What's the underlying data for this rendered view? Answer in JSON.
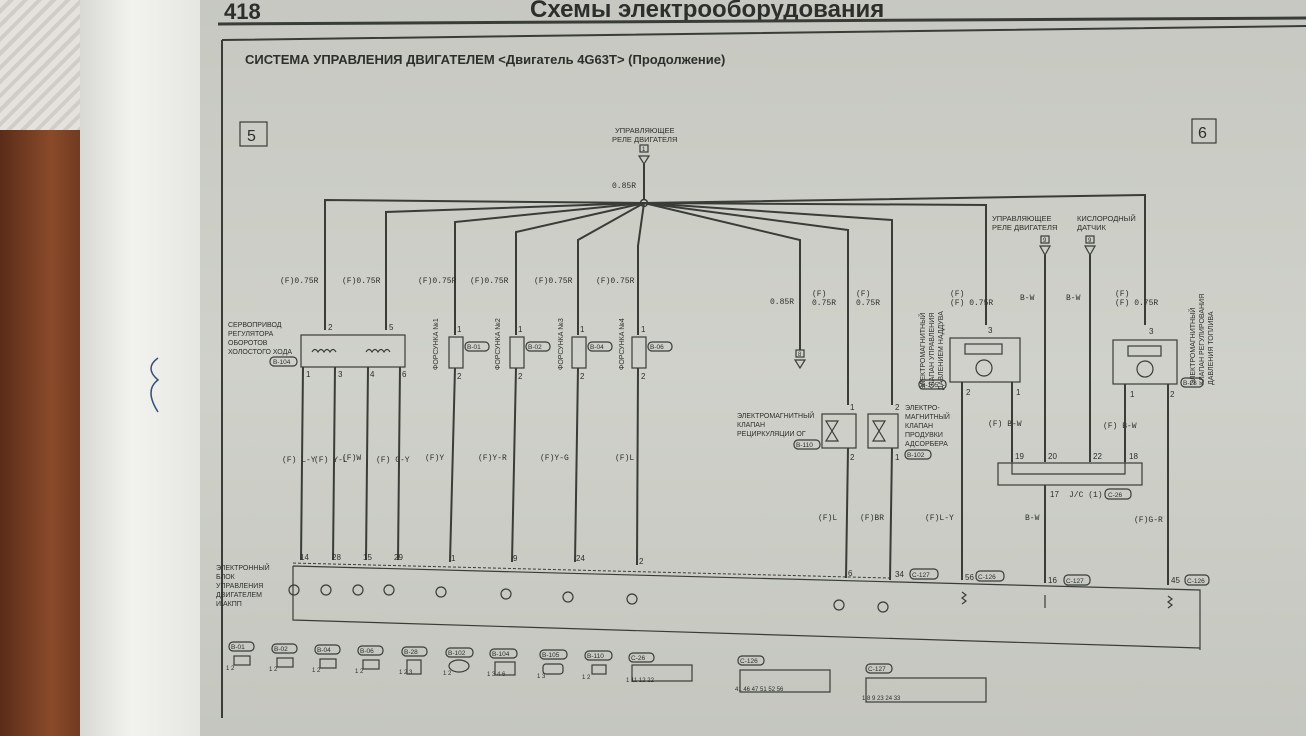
{
  "page": {
    "number": "418",
    "section_title": "Схемы электрооборудования",
    "diagram_title": "СИСТЕМА УПРАВЛЕНИЯ ДВИГАТЕЛЕМ <Двигатель 4G63T> (Продолжение)",
    "sheet_from": "5",
    "sheet_to": "6"
  },
  "relay_top": {
    "label_1": "УПРАВЛЯЮЩЕЕ",
    "label_2": "РЕЛЕ ДВИГАТЕЛЯ",
    "pin": "1",
    "wire": "0.85R"
  },
  "idle_servo": {
    "label_lines": [
      "СЕРВОПРИВОД",
      "РЕГУЛЯТОРА",
      "ОБОРОТОВ",
      "ХОЛОСТОГО ХОДА"
    ],
    "connector": "B-104",
    "top_pins": [
      "2",
      "5"
    ],
    "bottom_pins": [
      "1",
      "3",
      "4",
      "6"
    ],
    "top_wires": [
      "(F)0.75R",
      "(F)0.75R"
    ],
    "bottom_wires": [
      "(F) L-Y",
      "(F) Y-L",
      "(F)W",
      "(F) G-Y"
    ]
  },
  "injectors": [
    {
      "name": "ФОРСУНКА №1",
      "connector": "B-01",
      "top_wire": "(F)0.75R",
      "bottom_wire": "(F)Y",
      "pin_in": "1",
      "pin_out": "2",
      "ecu_pin": "1"
    },
    {
      "name": "ФОРСУНКА №2",
      "connector": "B-02",
      "top_wire": "(F)0.75R",
      "bottom_wire": "(F)Y-R",
      "pin_in": "1",
      "pin_out": "2",
      "ecu_pin": "9"
    },
    {
      "name": "ФОРСУНКА №3",
      "connector": "B-04",
      "top_wire": "(F)0.75R",
      "bottom_wire": "(F)Y-G",
      "pin_in": "1",
      "pin_out": "2",
      "ecu_pin": "24"
    },
    {
      "name": "ФОРСУНКА №4",
      "connector": "B-06",
      "top_wire": "(F)0.75R",
      "bottom_wire": "(F)L",
      "pin_in": "1",
      "pin_out": "2",
      "ecu_pin": "2"
    }
  ],
  "servo_ecu_pins": [
    "14",
    "28",
    "15",
    "29"
  ],
  "branch_wire": {
    "wire": "0.85R",
    "pin": "8"
  },
  "egr_valve": {
    "label_lines": [
      "ЭЛЕКТРОМАГНИТНЫЙ",
      "КЛАПАН",
      "РЕЦИРКУЛЯЦИИ ОГ"
    ],
    "connector": "B-110",
    "top_wire": "(F) 0.75R",
    "bottom_wire": "(F)L",
    "pin_in": "1",
    "pin_out": "2",
    "ecu_pin": "6"
  },
  "purge_valve": {
    "label_lines": [
      "ЭЛЕКТРО-",
      "МАГНИТНЫЙ",
      "КЛАПАН",
      "ПРОДУВКИ",
      "АДСОРБЕРА"
    ],
    "connector": "B-102",
    "top_wire": "(F) 0.75R",
    "bottom_wire": "(F)BR",
    "pin_in": "2",
    "pin_out": "1",
    "ecu_pin": "34",
    "ecu_connector": "C-127"
  },
  "boost_valve": {
    "label_lines": [
      "ЭЛЕКТРОМАГНИТНЫЙ",
      "КЛАПАН УПРАВЛЕНИЯ",
      "ДАВЛЕНИЕМ НАДДУВА"
    ],
    "connector": "B-105",
    "top_wire": "(F) 0.75R",
    "pin_top": "3",
    "pin_a": "2",
    "pin_b": "1",
    "ground_wire": "(F) B-W",
    "ecu_wire": "(F)L-Y",
    "ecu_pin": "56",
    "ecu_connector": "C-126"
  },
  "relay_right": {
    "label_1": "УПРАВЛЯЮЩЕЕ",
    "label_2": "РЕЛЕ ДВИГАТЕЛЯ",
    "pin": "9",
    "wire": "B-W"
  },
  "o2_sensor": {
    "label_1": "КИСЛОРОДНЫЙ",
    "label_2": "ДАТЧИК",
    "pin": "9",
    "wire": "B-W"
  },
  "fuel_valve": {
    "label_lines": [
      "ЭЛЕКТРОМАГНИТНЫЙ",
      "КЛАПАН РЕГУЛИРОВАНИЯ",
      "ДАВЛЕНИЯ ТОПЛИВА"
    ],
    "connector": "B-28",
    "top_wire": "(F) 0.75R",
    "pin_top": "3",
    "pin_a": "1",
    "pin_b": "2",
    "ground_wire": "(F) B-W",
    "ecu_wire": "(F)G-R",
    "ecu_pin": "45",
    "ecu_connector": "C-126"
  },
  "joint_connector": {
    "pins": [
      "19",
      "20",
      "22",
      "18"
    ],
    "out_pin": "17",
    "label": "J/C (1)",
    "connector": "C-26",
    "out_wire": "B-W",
    "ecu_pin": "16",
    "ecu_connector": "C-127"
  },
  "ecu": {
    "label_lines": [
      "ЭЛЕКТРОННЫЙ",
      "БЛОК",
      "УПРАВЛЕНИЯ",
      "ДВИГАТЕЛЕМ",
      "И АКПП"
    ],
    "ecu_connector_34": "C-127"
  },
  "connector_legend": [
    {
      "id": "B-01",
      "pins": "1 2"
    },
    {
      "id": "B-02",
      "pins": "1 2"
    },
    {
      "id": "B-04",
      "pins": "1 2"
    },
    {
      "id": "B-06",
      "pins": "1 2"
    },
    {
      "id": "B-28",
      "pins": "1 2 3"
    },
    {
      "id": "B-102",
      "pins": "1 2"
    },
    {
      "id": "B-104",
      "pins": "1 3 4 6"
    },
    {
      "id": "B-105",
      "pins": "1 3"
    },
    {
      "id": "B-110",
      "pins": "1 2"
    },
    {
      "id": "C-26",
      "pins": "1 11 12 22"
    },
    {
      "id": "C-126",
      "pins": "41 46 47 51 52 56"
    },
    {
      "id": "C-127",
      "pins": "1 8 9 23 24 33"
    }
  ]
}
